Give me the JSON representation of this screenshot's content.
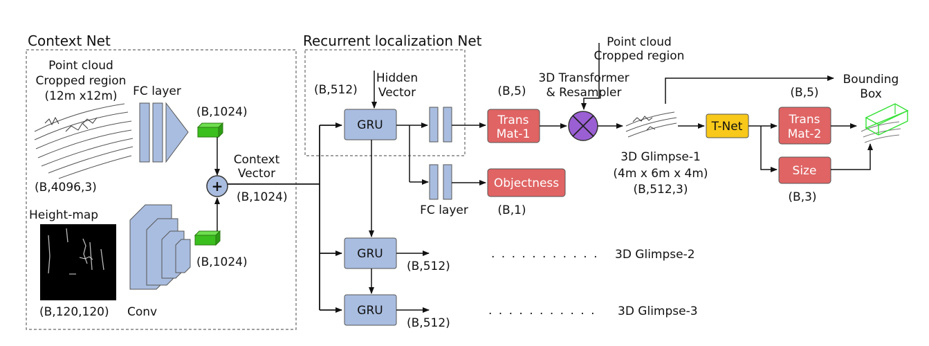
{
  "titles": {
    "context_net": "Context Net",
    "recurrent_net": "Recurrent localization Net"
  },
  "labels": {
    "pc_line1": "Point cloud",
    "pc_line2": "Cropped region",
    "pc_line3": "(12m x12m)",
    "fc_layer": "FC layer",
    "b1024_top": "(B,1024)",
    "b4096": "(B,4096,3)",
    "height_map": "Height-map",
    "b120": "(B,120,120)",
    "conv": "Conv",
    "b1024_bottom": "(B,1024)",
    "context_vector_1": "Context",
    "context_vector_2": "Vector",
    "b1024_mid": "(B,1024)",
    "b512_hidden": "(B,512)",
    "hidden_1": "Hidden",
    "hidden_2": "Vector",
    "b5_a": "(B,5)",
    "fc_layer_2": "FC layer",
    "b1": "(B,1)",
    "pc_top_1": "Point cloud",
    "pc_top_2": "Cropped region",
    "transformer_1": "3D Transformer",
    "transformer_2": "& Resampler",
    "glimpse1_1": "3D Glimpse-1",
    "glimpse1_2": "(4m x 6m x 4m)",
    "glimpse1_3": "(B,512,3)",
    "b5_b": "(B,5)",
    "bbox_1": "Bounding",
    "bbox_2": "Box",
    "b3": "(B,3)",
    "b512_gru2": "(B,512)",
    "b512_gru3": "(B,512)",
    "dots_2": ". . . . . . . . . . .",
    "dots_3": ". . . . . . . . . . .",
    "glimpse2": "3D Glimpse-2",
    "glimpse3": "3D Glimpse-3"
  },
  "boxes": {
    "gru1": "GRU",
    "gru2": "GRU",
    "gru3": "GRU",
    "trans1_1": "Trans",
    "trans1_2": "Mat-1",
    "objectness": "Objectness",
    "tnet": "T-Net",
    "trans2_1": "Trans",
    "trans2_2": "Mat-2",
    "size": "Size",
    "plus": "+"
  },
  "colors": {
    "blue_box": "#a9bde0",
    "red_box": "#e06464",
    "green_block": "#3bbf1e",
    "yellow_box": "#f8c81a",
    "purple_circle": "#9b5fd4",
    "bbox_green": "#32e032"
  },
  "icons": {
    "point_cloud": "point-cloud-icon",
    "height_map": "height-map-icon",
    "glimpse": "glimpse-point-cloud-icon",
    "bbox": "bounding-box-icon"
  }
}
